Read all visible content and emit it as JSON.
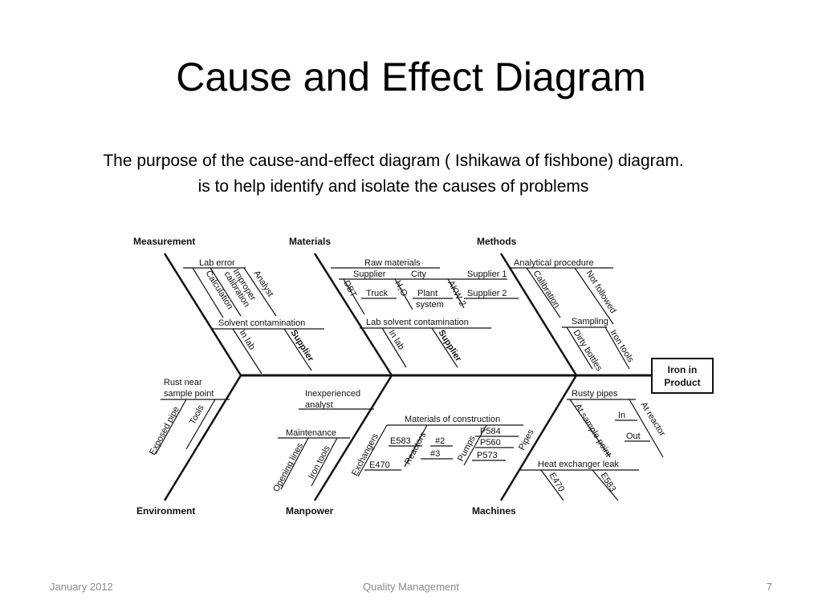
{
  "slide": {
    "title": "Cause and Effect Diagram",
    "subtitle_line1": "The purpose of the cause-and-effect diagram ( Ishikawa of fishbone) diagram.",
    "subtitle_line2": "is to help identify and isolate the causes of problems"
  },
  "diagram": {
    "effect_line1": "Iron in",
    "effect_line2": "Product",
    "categories": {
      "measurement": "Measurement",
      "materials": "Materials",
      "methods": "Methods",
      "environment": "Environment",
      "manpower": "Manpower",
      "machines": "Machines"
    },
    "measurement": {
      "lab_error": "Lab error",
      "analyst": "Analyst",
      "improper_calibration_1": "Improper",
      "improper_calibration_2": "calibration",
      "calculation": "Calculation",
      "solvent_contamination": "Solvent contamination",
      "in_lab": "In lab",
      "supplier": "Supplier"
    },
    "materials": {
      "raw_materials": "Raw materials",
      "supplier": "Supplier",
      "city": "City",
      "supplier_1": "Supplier 1",
      "h2o": "H₂O",
      "akw2": "AKW-2",
      "dbt": "DBT",
      "truck": "Truck",
      "plant_system_1": "Plant",
      "plant_system_2": "system",
      "supplier_2": "Supplier 2",
      "lab_solvent_contamination": "Lab solvent contamination",
      "in_lab": "In lab",
      "supplier_b": "Supplier"
    },
    "methods": {
      "analytical_procedure": "Analytical procedure",
      "calibration": "Calibration",
      "not_followed": "Not followed",
      "sampling": "Sampling",
      "dirty_bottles": "Dirty bottles",
      "iron_tools": "Iron tools"
    },
    "environment": {
      "rust_near_1": "Rust near",
      "rust_near_2": "sample point",
      "exposed_pipe": "Exposed pipe",
      "tools": "Tools"
    },
    "manpower": {
      "inexperienced_1": "Inexperienced",
      "inexperienced_2": "analyst",
      "maintenance": "Maintenance",
      "opening_lines": "Opening lines",
      "iron_tools": "Iron tools"
    },
    "machines": {
      "materials_of_construction": "Materials of construction",
      "exchangers": "Exchangers",
      "e583": "E583",
      "e470": "E470",
      "reactors": "Reactors",
      "n2": "#2",
      "n3": "#3",
      "pumps": "Pumps",
      "p584": "P584",
      "p560": "P560",
      "p573": "P573",
      "pipes": "Pipes",
      "rusty_pipes": "Rusty pipes",
      "at_reactor": "At reactor",
      "at_sample_point": "At sample point",
      "in": "In",
      "out": "Out",
      "heat_exchanger_leak": "Heat exchanger leak",
      "e470b": "E470",
      "e583b": "E583"
    }
  },
  "footer": {
    "date": "January 2012",
    "center": "Quality Management",
    "page": "7"
  }
}
